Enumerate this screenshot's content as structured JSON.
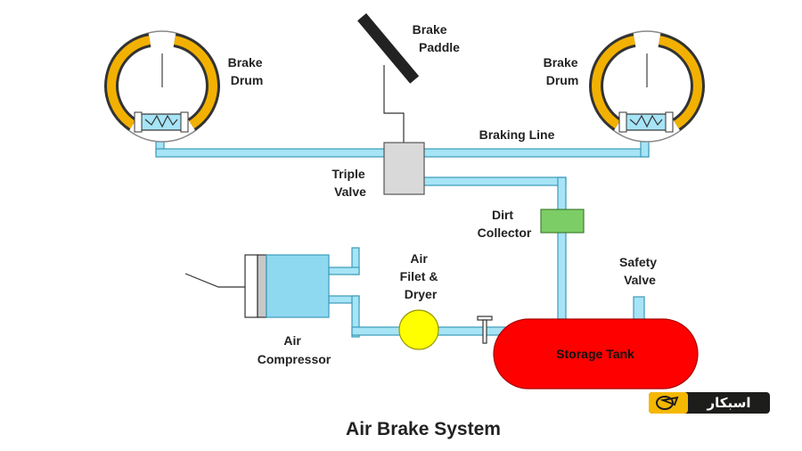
{
  "title": "Air Brake System",
  "labels": {
    "brake_drum_left": [
      "Brake",
      "Drum"
    ],
    "brake_drum_right": [
      "Brake",
      "Drum"
    ],
    "brake_pedal": [
      "Brake",
      "Paddle"
    ],
    "braking_line": "Braking Line",
    "triple_valve": [
      "Triple",
      "Valve"
    ],
    "dirt_collector": [
      "Dirt",
      "Collector"
    ],
    "air_filter_dryer": [
      "Air",
      "Filet &",
      "Dryer"
    ],
    "safety_valve": [
      "Safety",
      "Valve"
    ],
    "air_compressor": [
      "Air",
      "Compressor"
    ],
    "storage_tank": "Storage Tank"
  },
  "logo": {
    "text": "اسبکار"
  },
  "colors": {
    "pipe_fill": "#a6e4f6",
    "pipe_stroke": "#3b9ab8",
    "tank": "#ff0000",
    "filter": "#ffff00",
    "dirt_collector": "#7ccd66",
    "triple_valve": "#d9d9d9",
    "brake_shoe": "#f2b100",
    "compressor": "#8ed9f0",
    "logo_bg": "#1d1d1b",
    "logo_accent": "#f5b800"
  }
}
